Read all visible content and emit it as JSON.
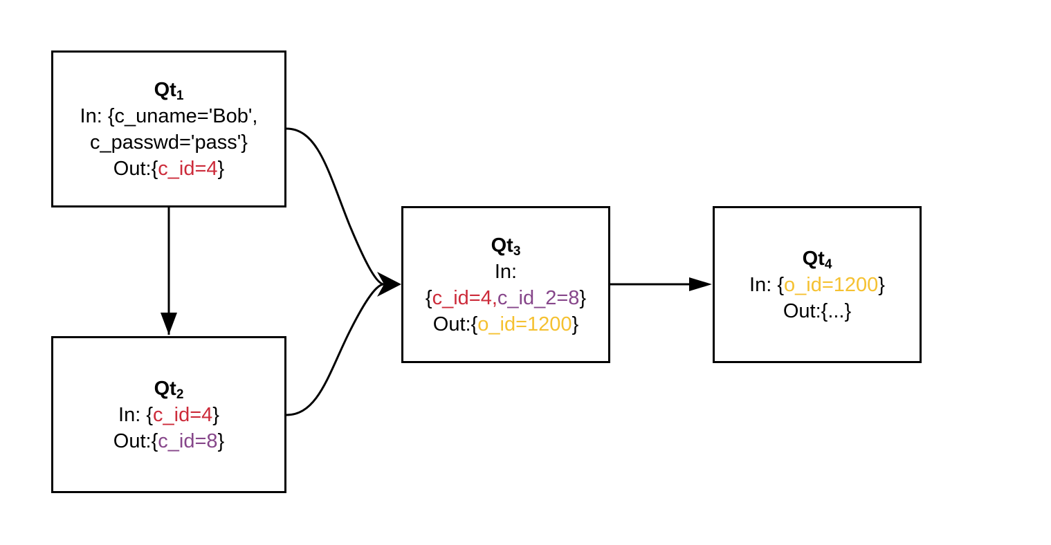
{
  "colors": {
    "red": "#cc2b3a",
    "purple": "#86468a",
    "yellow": "#f5c131",
    "stroke": "#000000"
  },
  "nodes": {
    "qt1": {
      "title": "Qt",
      "sub": "1",
      "in_line1": "In: {c_uname='Bob',",
      "in_line2": "c_passwd='pass'}",
      "out_prefix": "Out:{",
      "out_value": "c_id=4",
      "out_suffix": "}"
    },
    "qt2": {
      "title": "Qt",
      "sub": "2",
      "in_prefix": "In: {",
      "in_value": "c_id=4",
      "in_suffix": "}",
      "out_prefix": "Out:{",
      "out_value": "c_id=8",
      "out_suffix": "}"
    },
    "qt3": {
      "title": "Qt",
      "sub": "3",
      "in_label": "In:",
      "in_open": "{",
      "in_value1": "c_id=4,",
      "in_value2": "c_id_2=8",
      "in_close": "}",
      "out_prefix": "Out:{",
      "out_value": "o_id=1200",
      "out_suffix": "}"
    },
    "qt4": {
      "title": "Qt",
      "sub": "4",
      "in_prefix": "In: {",
      "in_value": "o_id=1200",
      "in_suffix": "}",
      "out_text": "Out:{...}"
    }
  },
  "edges": [
    {
      "from": "qt1",
      "to": "qt2"
    },
    {
      "from": "qt1",
      "to": "qt3"
    },
    {
      "from": "qt2",
      "to": "qt3"
    },
    {
      "from": "qt3",
      "to": "qt4"
    }
  ]
}
